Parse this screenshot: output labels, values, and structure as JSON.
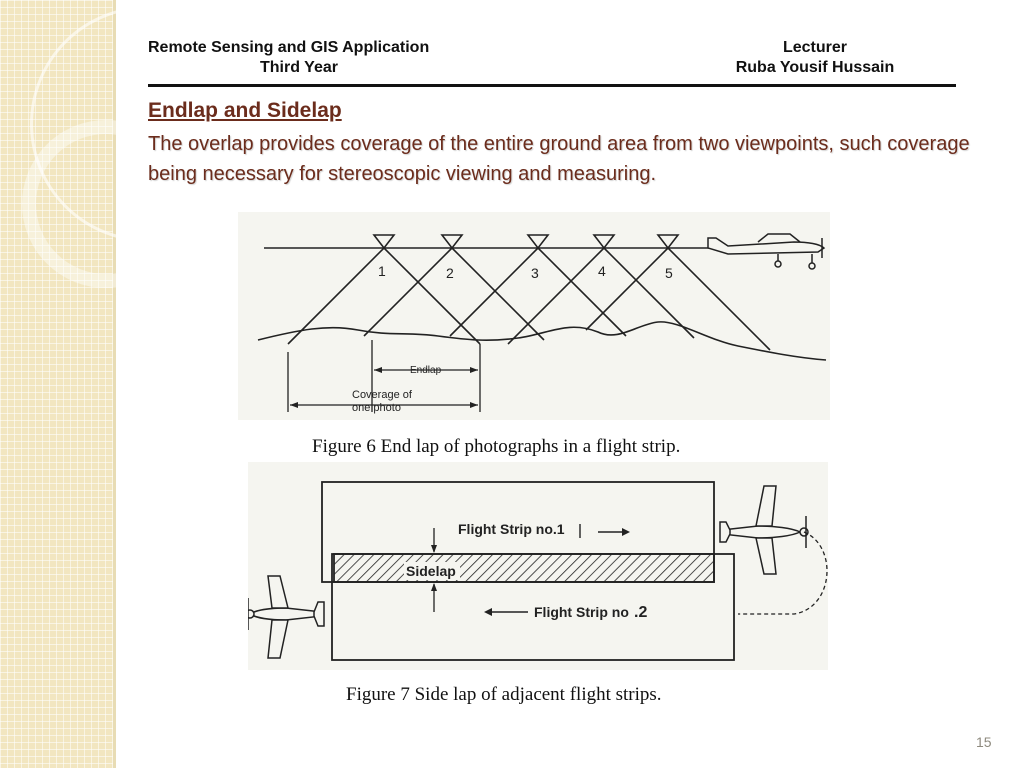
{
  "header": {
    "left_line1": "Remote Sensing and GIS Application",
    "left_line2": "Third Year",
    "right_line1": "Lecturer",
    "right_line2": "Ruba Yousif Hussain"
  },
  "section": {
    "title": "Endlap and Sidelap",
    "body": "The overlap provides coverage of the entire ground area from two viewpoints, such coverage being necessary for stereoscopic viewing and measuring."
  },
  "figure6": {
    "photo_labels": [
      "1",
      "2",
      "3",
      "4",
      "5"
    ],
    "endlap_label": "Endlap",
    "coverage_label_line1": "Coverage of",
    "coverage_label_line2": "one photo",
    "caption": "Figure 6  End lap of photographs in a flight strip."
  },
  "figure7": {
    "strip1_label": "Flight Strip no.1",
    "strip2_label": "Flight Strip no",
    "strip2_suffix": ".2",
    "sidelap_label": "Sidelap",
    "caption": "Figure 7 Side lap of adjacent flight strips."
  },
  "page_number": "15",
  "colors": {
    "title": "#6b2c1c",
    "sidebar": "#f2e6c0",
    "figure_background": "#f5f5f0"
  }
}
